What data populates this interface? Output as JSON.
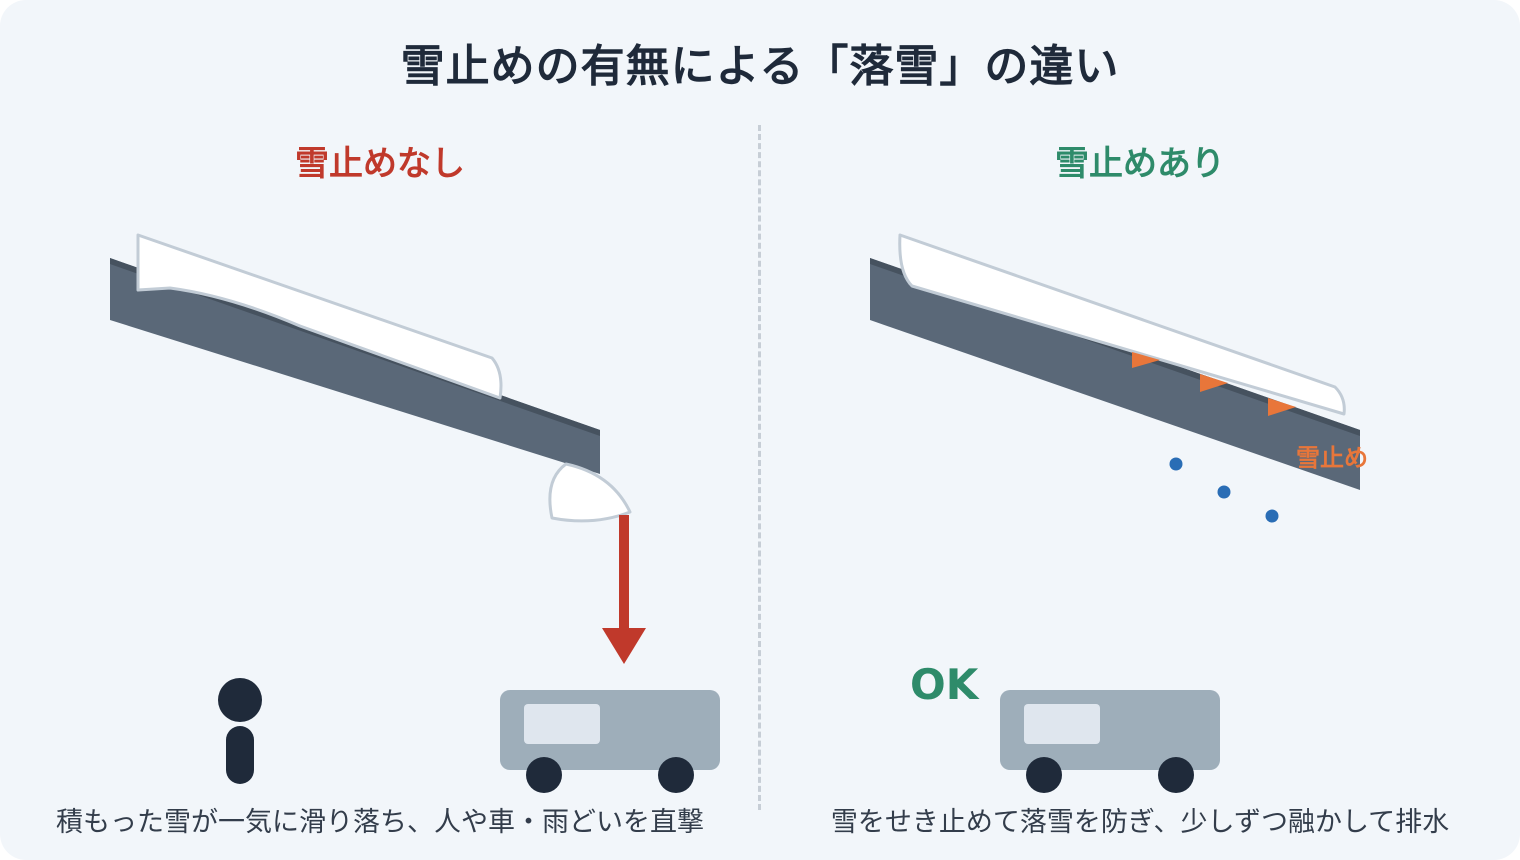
{
  "title": "雪止めの有無による「落雪」の違い",
  "left_panel": {
    "heading": "雪止めなし",
    "caption": "積もった雪が一気に滑り落ち、人や車・雨どいを直撃"
  },
  "right_panel": {
    "heading": "雪止めあり",
    "caption": "雪をせき止めて落雪を防ぎ、少しずつ融かして排水",
    "ok_label": "OK",
    "snow_stop_label": "雪止め"
  },
  "colors": {
    "roof": "#5a6878",
    "snow": "#ffffff",
    "snow_outline": "#c2ccd6",
    "danger": "#c0392b",
    "safe": "#2e8b6a",
    "snow_stop": "#e8763a",
    "water_drop": "#2a6db5",
    "car_body": "#9eaeba",
    "person": "#1f2a3a"
  }
}
